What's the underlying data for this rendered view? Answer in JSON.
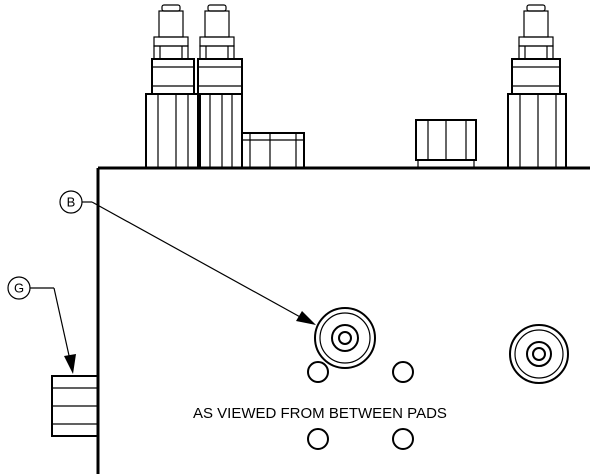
{
  "drawing": {
    "callouts": [
      {
        "id": "B"
      },
      {
        "id": "G"
      }
    ],
    "view_note": "AS VIEWED FROM BETWEEN PADS",
    "colors": {
      "line": "#000000",
      "background": "#ffffff"
    }
  }
}
